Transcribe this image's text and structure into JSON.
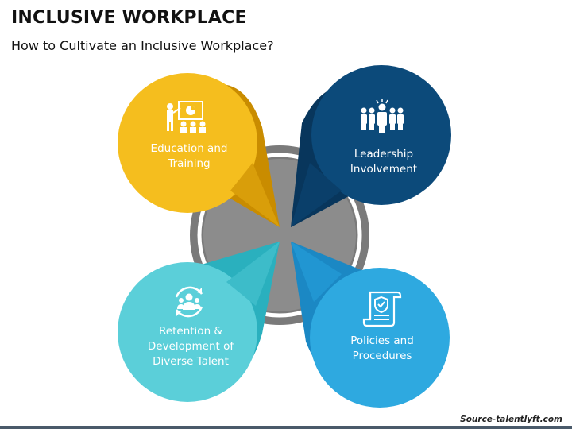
{
  "header": {
    "title": "INCLUSIVE WORKPLACE",
    "subtitle": "How to Cultivate an Inclusive Workplace?"
  },
  "petals": [
    {
      "id": "education",
      "lines": [
        "Education and",
        "Training"
      ],
      "color": "#F5BE1E",
      "dark": "#C98C00",
      "icon": "presentation-icon"
    },
    {
      "id": "leadership",
      "lines": [
        "Leadership",
        "Involvement"
      ],
      "color": "#0C4A7A",
      "dark": "#08365C",
      "icon": "leader-team-icon"
    },
    {
      "id": "retention",
      "lines": [
        "Retention &",
        "Development of",
        "Diverse Talent"
      ],
      "color": "#5BCFD9",
      "dark": "#2AB0BE",
      "icon": "people-cycle-icon"
    },
    {
      "id": "policies",
      "lines": [
        "Policies and",
        "Procedures"
      ],
      "color": "#2EA9E0",
      "dark": "#1B88C4",
      "icon": "document-shield-icon"
    }
  ],
  "center": {
    "outer": "#7A7A7A",
    "ring": "#FFFFFF",
    "inner": "#8C8C8C"
  },
  "footer": {
    "source": "Source-talentlyft.com",
    "bar_color": "#4A5A6A"
  }
}
